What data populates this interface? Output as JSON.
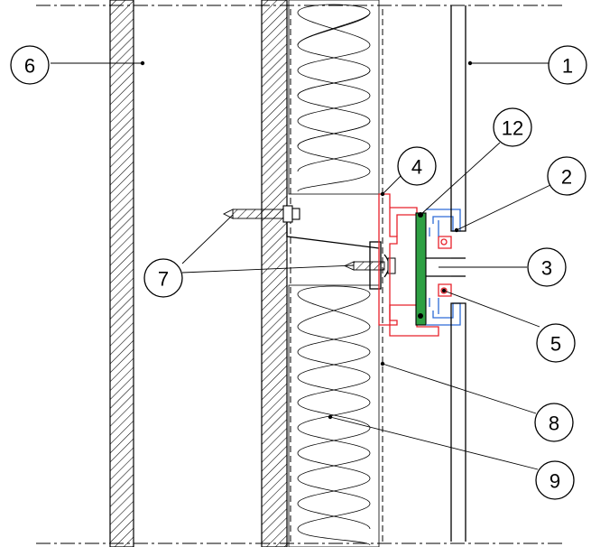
{
  "callouts": [
    {
      "id": "1",
      "label": "1"
    },
    {
      "id": "2",
      "label": "2"
    },
    {
      "id": "3",
      "label": "3"
    },
    {
      "id": "4",
      "label": "4"
    },
    {
      "id": "5",
      "label": "5"
    },
    {
      "id": "6",
      "label": "6"
    },
    {
      "id": "7",
      "label": "7"
    },
    {
      "id": "8",
      "label": "8"
    },
    {
      "id": "9",
      "label": "9"
    },
    {
      "id": "12",
      "label": "12"
    }
  ],
  "colors": {
    "line": "#000000",
    "profile_red": "#e8202a",
    "profile_blue": "#2d6bd6",
    "gasket_green": "#2ea043",
    "background": "#ffffff"
  }
}
